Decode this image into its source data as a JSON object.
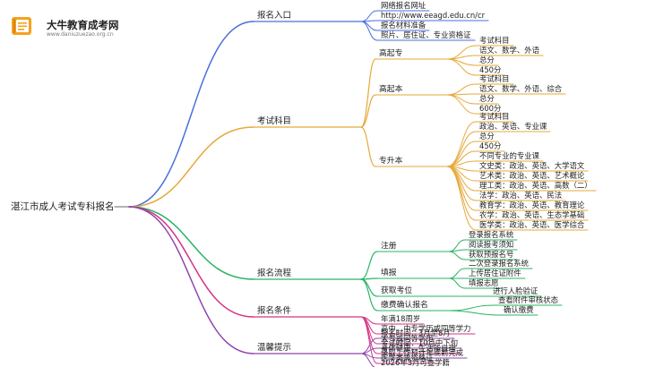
{
  "brand": {
    "name": "大牛教育成考网",
    "url": "www.daniuzuezao.org.cn",
    "logo_icon": "book-icon"
  },
  "root": "湛江市成人考试专科报名",
  "colors": {
    "blue": "#4a6fdc",
    "orange": "#e6a93a",
    "green": "#28b463",
    "magenta": "#d63384",
    "purple": "#8e44ad"
  },
  "sections": [
    {
      "label": "报名入口",
      "color": "#4a6fdc",
      "items": [
        "网络报名网址",
        "http://www.eeagd.edu.cn/cr",
        "报名材料准备",
        "照片、居住证、专业资格证"
      ]
    },
    {
      "label": "考试科目",
      "color": "#e6a93a",
      "groups": [
        {
          "label": "高起专",
          "items": [
            "考试科目",
            "语文、数学、外语",
            "总分",
            "450分"
          ]
        },
        {
          "label": "高起本",
          "items": [
            "考试科目",
            "语文、数学、外语、综合",
            "总分",
            "600分"
          ]
        },
        {
          "label": "专升本",
          "items": [
            "考试科目",
            "政治、英语、专业课",
            "总分",
            "450分",
            "不同专业的专业课",
            "文史类：政治、英语、大学语文",
            "艺术类：政治、英语、艺术概论",
            "理工类：政治、英语、高数（二）",
            "法学：政治、英语、民法",
            "教育学：政治、英语、教育理论",
            "农学：政治、英语、生态学基础",
            "医学类：政治、英语、医学综合"
          ]
        }
      ]
    },
    {
      "label": "报名流程",
      "color": "#28b463",
      "groups": [
        {
          "label": "注册",
          "items": [
            "登录报名系统",
            "阅读报考须知",
            "获取预报名号"
          ]
        },
        {
          "label": "填报",
          "items": [
            "二次登录报名系统",
            "上传居住证附件",
            "填报志愿"
          ]
        },
        {
          "label": "获取考位",
          "items": [
            "进行人脸验证"
          ]
        },
        {
          "label": "缴费确认报名",
          "items": [
            "查看附件审核状态",
            "确认缴费"
          ]
        }
      ]
    },
    {
      "label": "报名条件",
      "color": "#d63384",
      "items": [
        "年满18周岁",
        "高中、中专学历或同等学力",
        "大专或同等学历",
        "身体健康，生活能自理",
        "医学类需资格证"
      ]
    },
    {
      "label": "温馨提示",
      "color": "#8e44ad",
      "items": [
        "报名时间：3月至8月",
        "考试时间：10月中下旬",
        "录取工作预计年底前完成",
        "2026年3月可查学籍"
      ]
    }
  ]
}
